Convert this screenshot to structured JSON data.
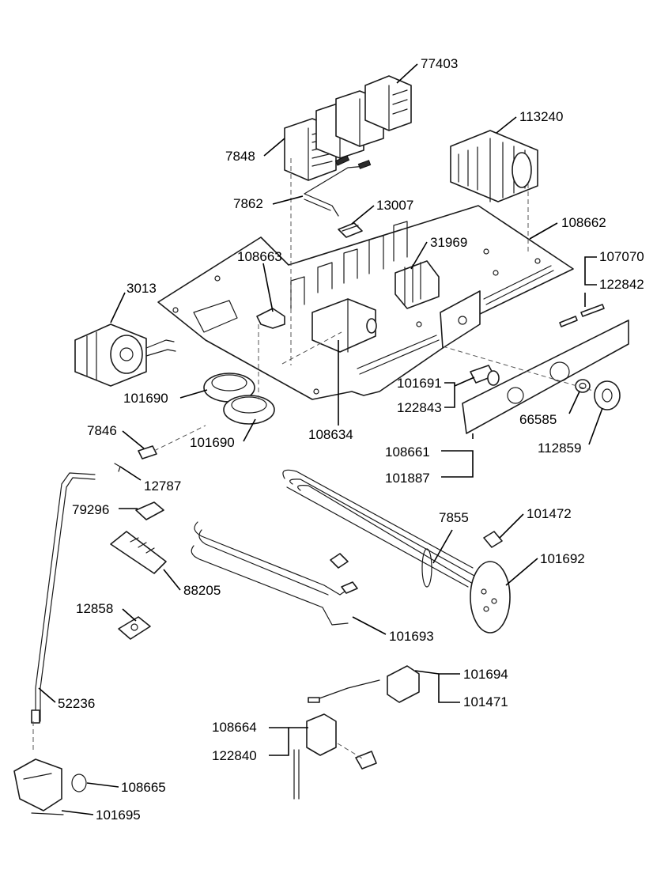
{
  "labels": {
    "p77403": "77403",
    "p113240": "113240",
    "p7848": "7848",
    "p7862": "7862",
    "p13007": "13007",
    "p108662": "108662",
    "p31969": "31969",
    "p108663": "108663",
    "p107070": "107070",
    "p122842": "122842",
    "p3013": "3013",
    "p101690a": "101690",
    "p101690b": "101690",
    "p101691": "101691",
    "p122843": "122843",
    "p108634": "108634",
    "p66585": "66585",
    "p112859": "112859",
    "p7846": "7846",
    "p108661": "108661",
    "p101887": "101887",
    "p12787": "12787",
    "p79296": "79296",
    "p7855": "7855",
    "p101472": "101472",
    "p101692": "101692",
    "p88205": "88205",
    "p12858": "12858",
    "p101693": "101693",
    "p101694": "101694",
    "p101471": "101471",
    "p52236": "52236",
    "p108664": "108664",
    "p122840": "122840",
    "p108665": "108665",
    "p101695": "101695"
  }
}
